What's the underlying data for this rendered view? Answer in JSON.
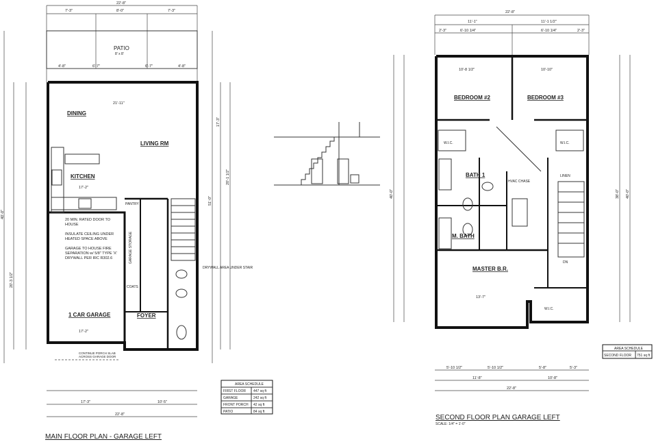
{
  "main_plan": {
    "title": "MAIN FLOOR PLAN - GARAGE LEFT",
    "rooms": {
      "patio": "PATIO",
      "patio_size": "8' x 8'",
      "dining": "DINING",
      "living": "LIVING RM",
      "kitchen": "KITCHEN",
      "pantry": "PANTRY",
      "garage": "1 CAR GARAGE",
      "foyer": "FOYER",
      "coats": "COATS",
      "garage_storage": "GARAGE STORAGE",
      "drywall_note": "DRYWALL AREA UNDER STAIR"
    },
    "notes": {
      "door": "20 MIN. RATED DOOR TO HOUSE",
      "insulate": "INSULATE CEILING UNDER HEATED SPACE ABOVE",
      "separation": "GARAGE TO HOUSE FIRE SEPARATION w/ 5/8\" TYPE 'X' DRYWALL PER IRC R302.6",
      "slab": "CONTINUE PORCH SLAB ACROSS GARAGE DOOR"
    },
    "dims": {
      "top_overall": "22'-8\"",
      "top_1": "7'-3\"",
      "top_2": "8'-0\"",
      "top_3": "7'-3\"",
      "patio_1": "4'-8\"",
      "patio_2": "6'-7\"",
      "patio_3": "6'-7\"",
      "patio_4": "4'-8\"",
      "living_width": "21'-11\"",
      "kitchen_width": "17'-2\"",
      "garage_width": "17'-2\"",
      "bottom_1": "17'-3\"",
      "bottom_2": "10'-5\"",
      "bottom_overall": "22'-8\"",
      "left_overall": "40'-0\"",
      "right_overall": "51'-0\"",
      "right_1": "17'-3\"",
      "right_2": "20'-1 1/2\"",
      "right_3": "20'-3 1/2\""
    },
    "area_schedule": {
      "header": "AREA SCHEDULE",
      "rows": [
        {
          "label": "FIRST FLOOR",
          "value": "447 sq ft"
        },
        {
          "label": "GARAGE",
          "value": "242 sq ft"
        },
        {
          "label": "FRONT PORCH",
          "value": "42 sq ft"
        },
        {
          "label": "PATIO",
          "value": "84 sq ft"
        }
      ]
    }
  },
  "second_plan": {
    "title": "SECOND FLOOR PLAN GARAGE LEFT",
    "scale": "SCALE: 1/4\" = 1'-0\"",
    "rooms": {
      "bed2": "BEDROOM #2",
      "bed3": "BEDROOM #3",
      "bath1": "BATH 1",
      "mbath": "M. BATH",
      "master": "MASTER B.R.",
      "wic": "W.I.C.",
      "hvac": "HVAC CHASE",
      "linen": "LINEN",
      "dn": "DN"
    },
    "dims": {
      "top_overall": "22'-8\"",
      "top_1": "11'-1\"",
      "top_2": "11'-1 1/2\"",
      "top_3": "2'-3\"",
      "top_4": "6'-10 1/4\"",
      "top_5": "6'-10 1/4\"",
      "top_6": "2'-3\"",
      "bed2_width": "10'-8 1/2\"",
      "bed3_width": "10'-10\"",
      "master_width": "13'-7\"",
      "bottom_1": "5'-10 1/2\"",
      "bottom_2": "5'-10 1/2\"",
      "bottom_3": "5'-8\"",
      "bottom_4": "5'-3\"",
      "bottom_5": "11'-8\"",
      "bottom_6": "10'-8\"",
      "bottom_overall": "22'-8\"",
      "left_overall": "40'-0\"",
      "right_overall": "38'-0\""
    },
    "area_schedule": {
      "header": "AREA SCHEDULE",
      "rows": [
        {
          "label": "SECOND FLOOR",
          "value": "751 sq ft"
        }
      ]
    }
  }
}
